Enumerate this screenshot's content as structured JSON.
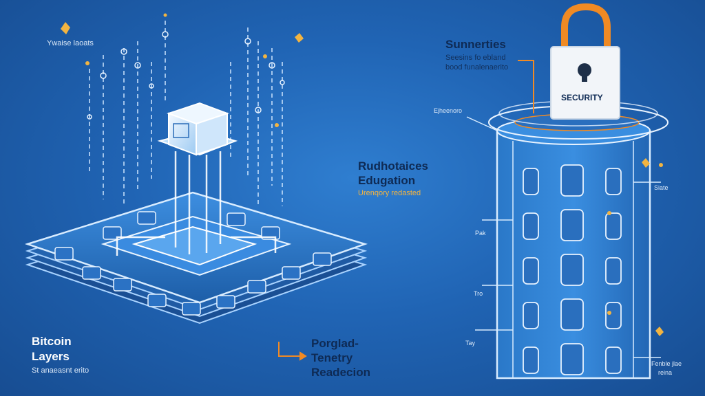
{
  "left_panel": {
    "top_tag": "Ywaise laoats",
    "title_line1": "Bitcoin",
    "title_line2": "Layers",
    "subtitle": "St anaeasnt erito"
  },
  "center_panel": {
    "heading_line1": "Rudhotaices",
    "heading_line2": "Edugation",
    "note": "Urenqory redasted",
    "callout_line1": "Porglad-",
    "callout_line2": "Tenetry",
    "callout_line3": "Readecion"
  },
  "right_panel": {
    "heading": "Sunnerties",
    "sub_line1": "Seesins fo ebland",
    "sub_line2": "bood funalenaerito",
    "lock_label": "SECURITY",
    "side_tag": "Ejheenoro",
    "right_tag_top": "Siate",
    "left_tag_mid": "Pak",
    "left_tag_lower": "Tro",
    "left_tag_bottom": "Tay",
    "corner_line1": "Fenble jlae",
    "corner_line2": "reina"
  },
  "colors": {
    "background": "#2064b4",
    "accent_gold": "#f2b441",
    "accent_orange": "#f08a24",
    "line_white": "#d8ecff"
  }
}
